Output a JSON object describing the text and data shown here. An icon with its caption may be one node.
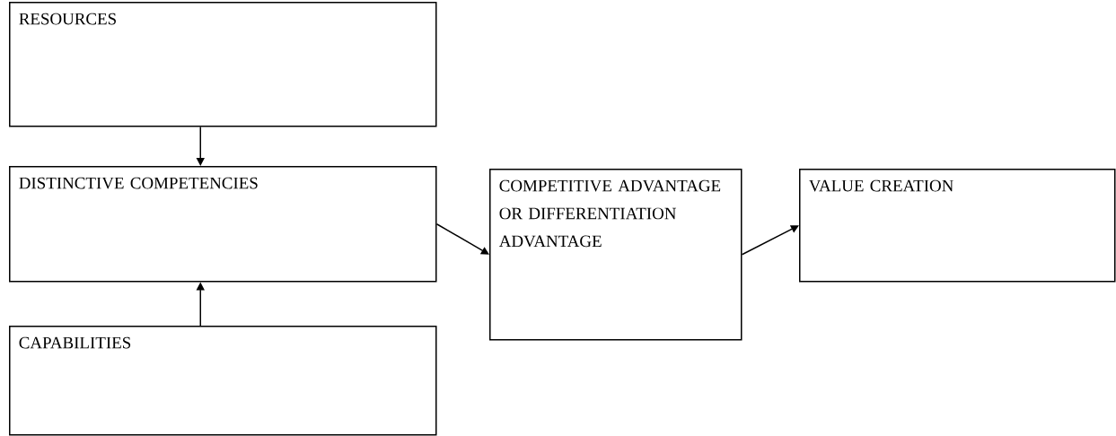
{
  "diagram": {
    "nodes": [
      {
        "text": [
          "RESOURCES"
        ]
      },
      {
        "text": [
          "DISTINCTIVE COMPETENCIES"
        ]
      },
      {
        "text": [
          "CAPABILITIES"
        ]
      },
      {
        "text": [
          "COMPETITIVE ADVANTAGE OR DIFFERENTIATION ADVANTAGE"
        ]
      },
      {
        "text": [
          "VALUE CREATION"
        ]
      }
    ],
    "edges": [
      {
        "from": 0,
        "to": 1,
        "arrow": "to"
      },
      {
        "from": 2,
        "to": 1,
        "arrow": "to"
      },
      {
        "from": 1,
        "to": 3,
        "arrow": "to"
      },
      {
        "from": 3,
        "to": 4,
        "arrow": "to"
      }
    ]
  }
}
